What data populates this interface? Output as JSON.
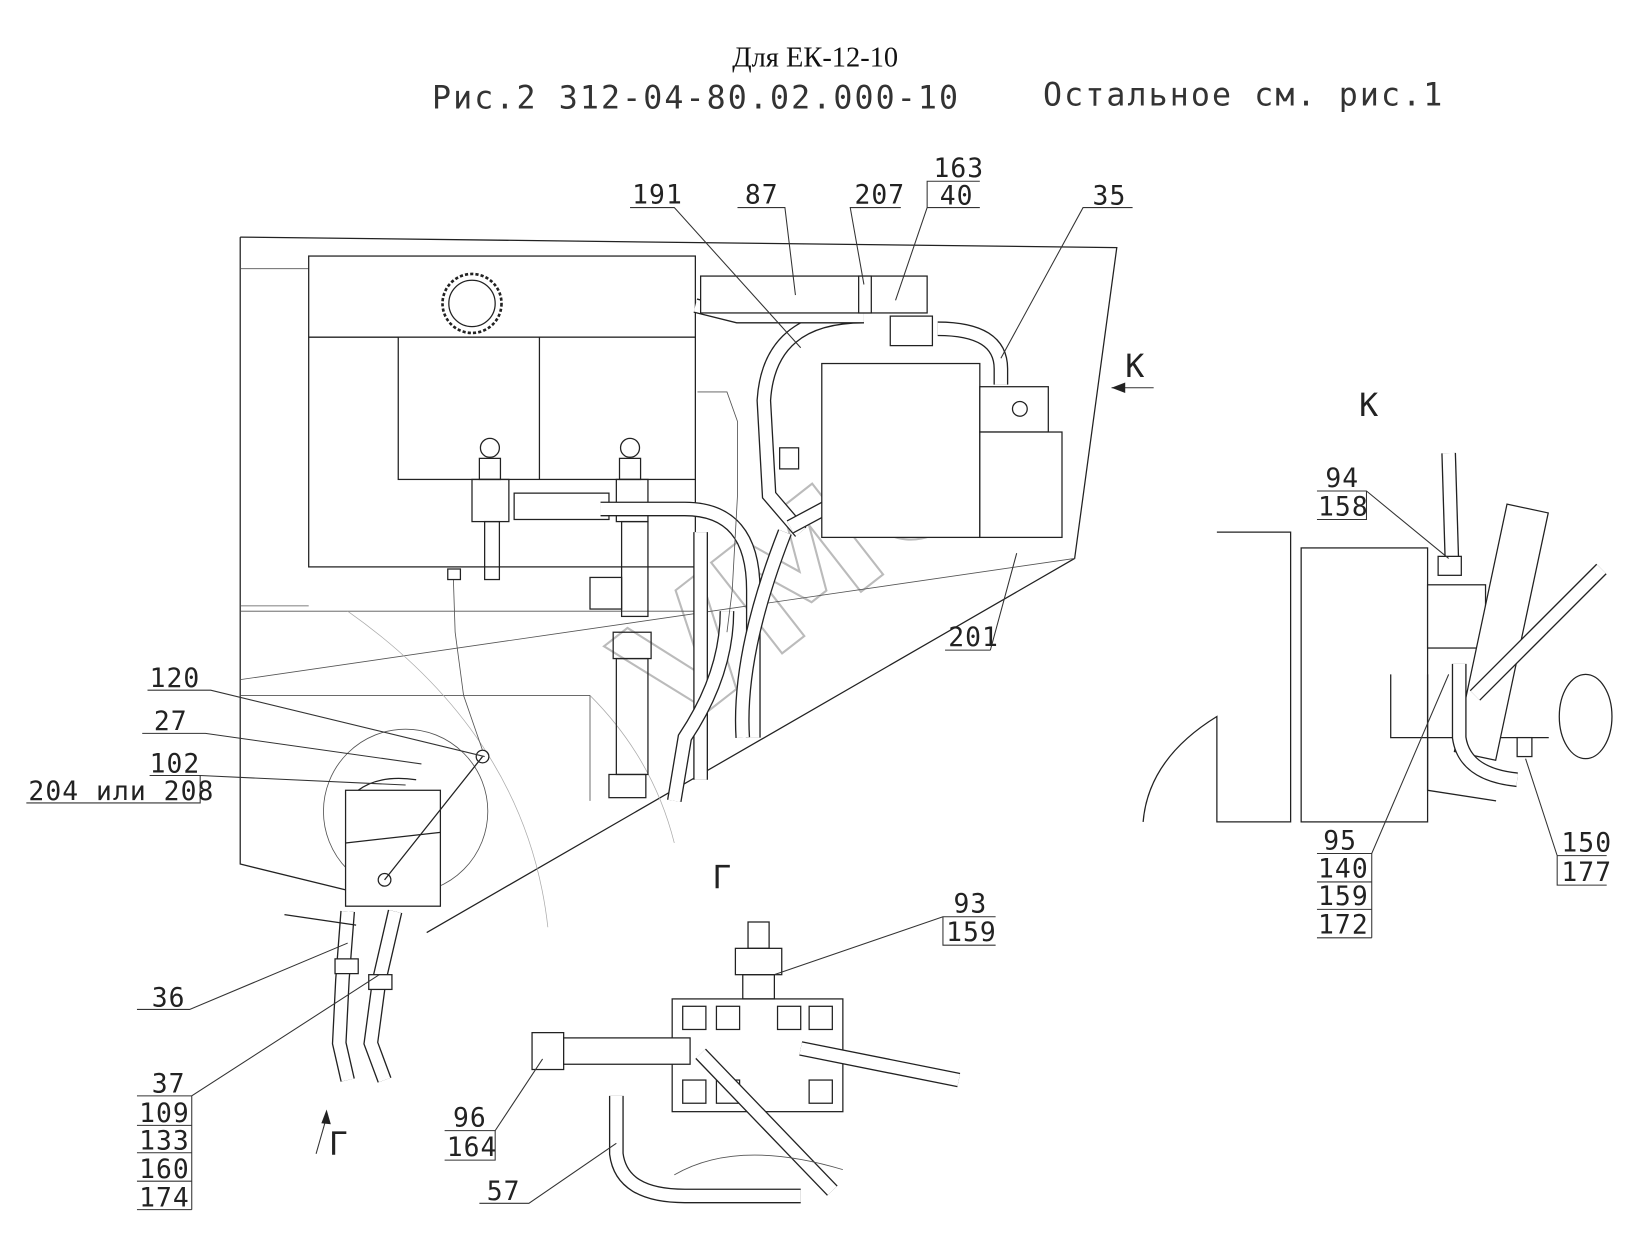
{
  "header": {
    "title": "Для ЕК-12-10",
    "subtitle": "Рис.2 312-04-80.02.000-10",
    "note": "Остальное см. рис.1"
  },
  "watermark": "VMG",
  "views": {
    "k_arrow": "К",
    "k_view": "К",
    "g_arrow": "Г",
    "g_view": "Г"
  },
  "callouts": {
    "c191": "191",
    "c87": "87",
    "c207": "207",
    "c163": "163",
    "c40": "40",
    "c35": "35",
    "c201": "201",
    "c120": "120",
    "c27": "27",
    "c102": "102",
    "c204": "204 или 208",
    "c36": "36",
    "c37": [
      "37",
      "109",
      "133",
      "160",
      "174"
    ],
    "c96": [
      "96",
      "164"
    ],
    "c57": "57",
    "c93": [
      "93",
      "159"
    ],
    "c94": [
      "94",
      "158"
    ],
    "c95": [
      "95",
      "140",
      "159",
      "172"
    ],
    "c150": [
      "150",
      "177"
    ]
  }
}
